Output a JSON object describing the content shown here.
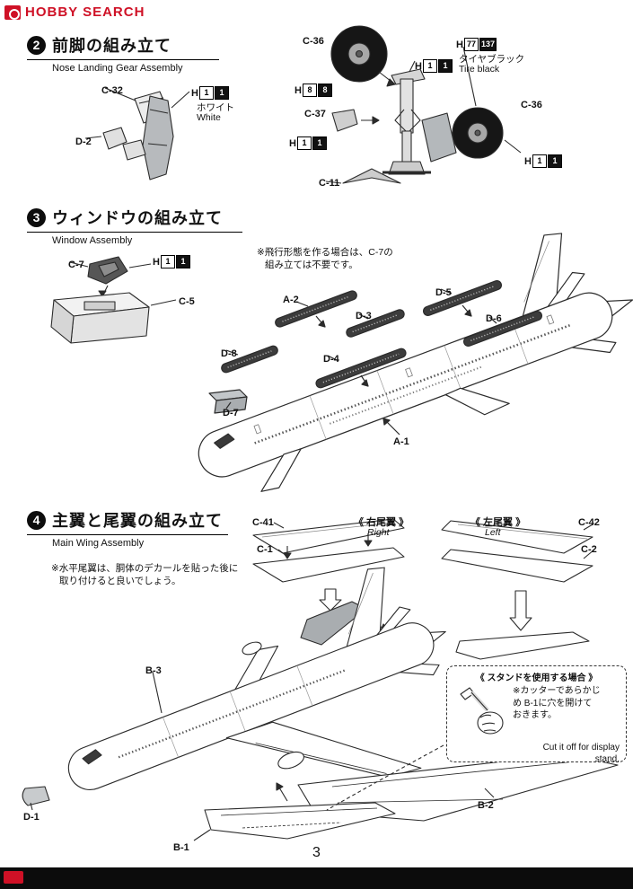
{
  "header": {
    "logo_text": "HOBBY SEARCH"
  },
  "footer": {
    "page_number": "3"
  },
  "section2": {
    "number": "2",
    "title_jp": "前脚の組み立て",
    "title_en": "Nose Landing Gear Assembly",
    "parts": {
      "c32": "C-32",
      "d2": "D-2",
      "c36_top": "C-36",
      "c36_right": "C-36",
      "c37": "C-37",
      "c11": "C-11"
    },
    "paint_white": {
      "code": "H",
      "box1": "1",
      "box2": "1",
      "name_jp": "ホワイト",
      "name_en": "White"
    },
    "paint_h11": {
      "code": "H",
      "box1": "1",
      "box2": "1"
    },
    "paint_h88": {
      "code": "H",
      "box1": "8",
      "box2": "8"
    },
    "paint_tire": {
      "code": "H",
      "box1": "77",
      "box2": "137",
      "name_jp": "タイヤブラック",
      "name_en": "Tire black"
    }
  },
  "section3": {
    "number": "3",
    "title_jp": "ウィンドウの組み立て",
    "title_en": "Window Assembly",
    "note_line1": "※飛行形態を作る場合は、C-7の",
    "note_line2": "組み立ては不要です。",
    "paint_h11": {
      "code": "H",
      "box1": "1",
      "box2": "1"
    },
    "parts": {
      "c7": "C-7",
      "c5": "C-5",
      "a2": "A-2",
      "d3": "D-3",
      "d5": "D-5",
      "d8": "D-8",
      "d4": "D-4",
      "d6": "D-6",
      "d7": "D-7",
      "a1": "A-1"
    }
  },
  "section4": {
    "number": "4",
    "title_jp": "主翼と尾翼の組み立て",
    "title_en": "Main Wing Assembly",
    "note_line1": "※水平尾翼は、胴体のデカールを貼った後に",
    "note_line2": "取り付けると良いでしょう。",
    "right_tail_jp": "《 右尾翼 》",
    "right_tail_en": "Right",
    "left_tail_jp": "《 左尾翼 》",
    "left_tail_en": "Left",
    "parts": {
      "c41": "C-41",
      "c1": "C-1",
      "c42": "C-42",
      "c2": "C-2",
      "b3": "B-3",
      "d1": "D-1",
      "b1": "B-1",
      "b2": "B-2"
    },
    "stand_box": {
      "title": "《 スタンドを使用する場合 》",
      "note_line1": "※カッターであらかじ",
      "note_line2": "め B-1に穴を開けて",
      "note_line3": "おきます。",
      "caption_line1": "Cut it off for display",
      "caption_line2": "stand."
    }
  }
}
